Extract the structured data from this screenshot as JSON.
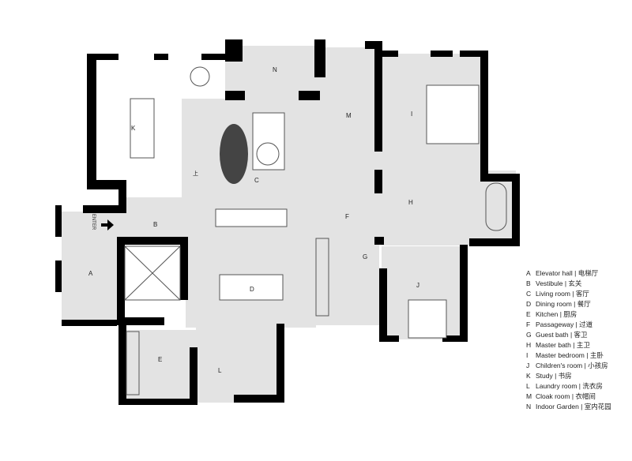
{
  "plan": {
    "room_codes": {
      "A": "A",
      "B": "B",
      "C": "C",
      "D": "D",
      "E": "E",
      "F": "F",
      "G": "G",
      "H": "H",
      "I": "I",
      "J": "J",
      "K": "K",
      "L": "L",
      "M": "M",
      "N": "N"
    },
    "enter_label": "ENTER",
    "stair_label": "上"
  },
  "legend": [
    {
      "code": "A",
      "name": "Elevator hall | 电梯厅"
    },
    {
      "code": "B",
      "name": "Vestibule | 玄关"
    },
    {
      "code": "C",
      "name": "Living room | 客厅"
    },
    {
      "code": "D",
      "name": "Dining room | 餐厅"
    },
    {
      "code": "E",
      "name": "Kitchen | 厨房"
    },
    {
      "code": "F",
      "name": "Passageway | 过道"
    },
    {
      "code": "G",
      "name": "Guest bath | 客卫"
    },
    {
      "code": "H",
      "name": "Master bath | 主卫"
    },
    {
      "code": "I",
      "name": "Master bedroom | 主卧"
    },
    {
      "code": "J",
      "name": "Children's room | 小孩房"
    },
    {
      "code": "K",
      "name": "Study | 书房"
    },
    {
      "code": "L",
      "name": "Laundry room | 洗衣房"
    },
    {
      "code": "M",
      "name": "Cloak room | 衣帽间"
    },
    {
      "code": "N",
      "name": "Indoor Garden | 室内花园"
    }
  ],
  "colors": {
    "floor": "#e3e3e3",
    "wall": "#000000",
    "line": "#555555"
  }
}
